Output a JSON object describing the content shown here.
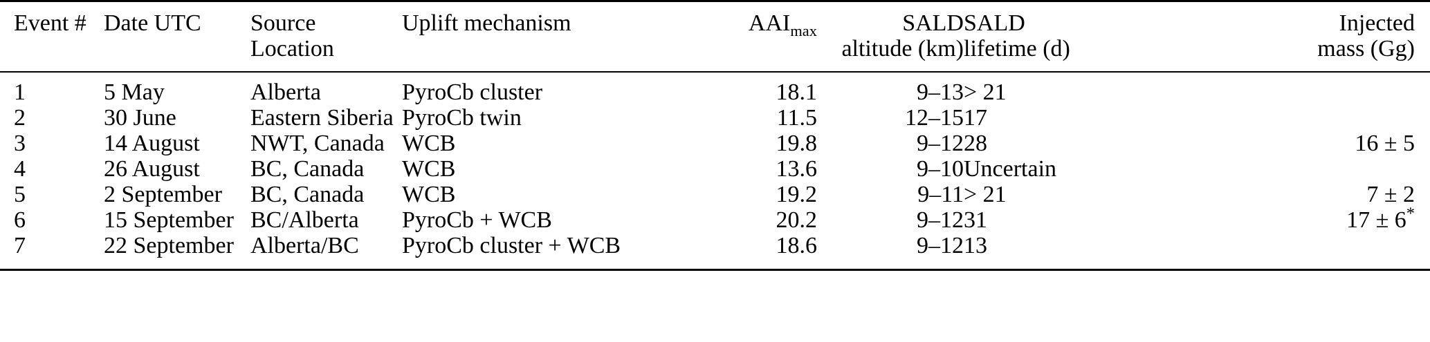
{
  "table": {
    "columns": [
      {
        "key": "event",
        "header_lines": [
          "Event #"
        ],
        "align": "left"
      },
      {
        "key": "date",
        "header_lines": [
          "Date UTC"
        ],
        "align": "left"
      },
      {
        "key": "source",
        "header_lines": [
          "Source",
          "Location"
        ],
        "align": "left"
      },
      {
        "key": "uplift",
        "header_lines": [
          "Uplift mechanism"
        ],
        "align": "left"
      },
      {
        "key": "aai",
        "header_lines": [
          "AAI",
          "max"
        ],
        "align": "right"
      },
      {
        "key": "alt",
        "header_lines": [
          "SALD",
          "altitude (km)"
        ],
        "align": "right"
      },
      {
        "key": "life",
        "header_lines": [
          "SALD",
          "lifetime (d)"
        ],
        "align": "left"
      },
      {
        "key": "mass",
        "header_lines": [
          "Injected",
          "mass (Gg)"
        ],
        "align": "right"
      }
    ],
    "headers": {
      "event": "Event #",
      "date": "Date UTC",
      "source_line1": "Source",
      "source_line2": "Location",
      "uplift": "Uplift mechanism",
      "aai_base": "AAI",
      "aai_sub": "max",
      "alt_line1": "SALD",
      "alt_line2": "altitude (km)",
      "life_line1": "SALD",
      "life_line2": "lifetime (d)",
      "mass_line1": "Injected",
      "mass_line2": "mass (Gg)"
    },
    "rows": [
      {
        "event": "1",
        "date": "5 May",
        "source": "Alberta",
        "uplift": "PyroCb cluster",
        "aai": "18.1",
        "alt": "9–13",
        "life": "> 21",
        "mass": ""
      },
      {
        "event": "2",
        "date": "30 June",
        "source": "Eastern Siberia",
        "uplift": "PyroCb twin",
        "aai": "11.5",
        "alt": "12–15",
        "life": "17",
        "mass": ""
      },
      {
        "event": "3",
        "date": "14 August",
        "source": "NWT, Canada",
        "uplift": "WCB",
        "aai": "19.8",
        "alt": "9–12",
        "life": "28",
        "mass": "16 ± 5"
      },
      {
        "event": "4",
        "date": "26 August",
        "source": "BC, Canada",
        "uplift": "WCB",
        "aai": "13.6",
        "alt": "9–10",
        "life": "Uncertain",
        "mass": ""
      },
      {
        "event": "5",
        "date": "2 September",
        "source": "BC, Canada",
        "uplift": "WCB",
        "aai": "19.2",
        "alt": "9–11",
        "life": "> 21",
        "mass": "7 ± 2"
      },
      {
        "event": "6",
        "date": "15 September",
        "source": "BC/Alberta",
        "uplift": "PyroCb + WCB",
        "aai": "20.2",
        "alt": "9–12",
        "life": "31",
        "mass": "17 ± 6",
        "mass_note": "*"
      },
      {
        "event": "7",
        "date": "22 September",
        "source": "Alberta/BC",
        "uplift": "PyroCb cluster + WCB",
        "aai": "18.6",
        "alt": "9–12",
        "life": "13",
        "mass": ""
      }
    ]
  }
}
